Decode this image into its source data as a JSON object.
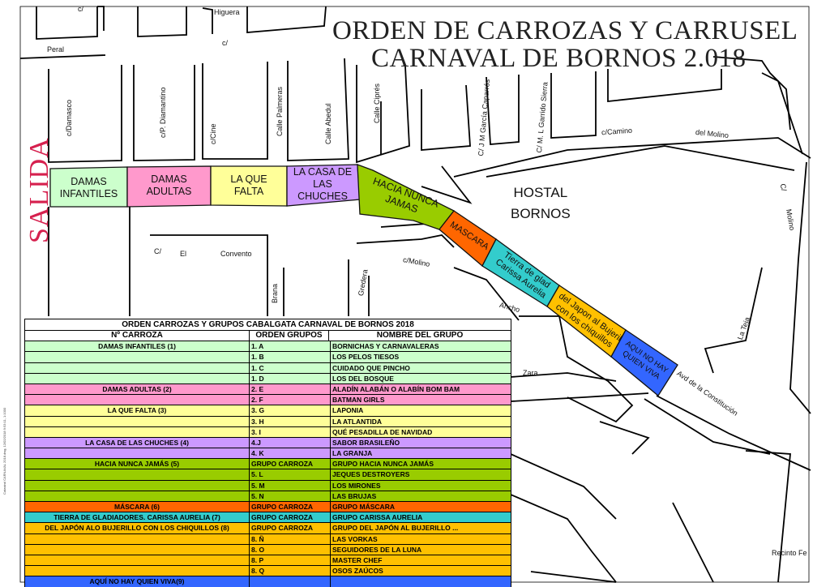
{
  "title": {
    "line1": "ORDEN DE CARROZAS Y CARRUSEL",
    "line2": "CARNAVAL DE BORNOS 2.018"
  },
  "salida": "SALIDA",
  "hostal": {
    "line1": "HOSTAL",
    "line2": "BORNOS"
  },
  "streets": {
    "higuera": "Higuera",
    "c_top": "c/",
    "c_top2": "c/",
    "peral": "Peral",
    "damasco": "c/Damasco",
    "diamantino": "c/P. Diamantino",
    "cine": "c/Cine",
    "palmeras": "Calle Palmeras",
    "abedul": "Calle Abedul",
    "cipres": "Calle Ciprés",
    "caparros": "C/ J M García Caparrós",
    "garrido": "C/ M. L Garrido Sierra",
    "camino": "c/Camino",
    "del_molino": "del Molino",
    "c_molino_right": "C/",
    "molino_right": "Molino",
    "c_convento": "C/",
    "el": "El",
    "convento": "Convento",
    "brana": "Brana",
    "gredera": "Gredera",
    "c_molino": "c/Molino",
    "ancho": "Ancho",
    "zara": "Zara",
    "la_teja": "La Teja",
    "avd": "Avd de la Constitución",
    "recinto": "Recinto Fe"
  },
  "floats": [
    {
      "name": "damas-infantiles",
      "line1": "DAMAS",
      "line2": "INFANTILES",
      "color": "#ccffcc"
    },
    {
      "name": "damas-adultas",
      "line1": "DAMAS",
      "line2": "ADULTAS",
      "color": "#ff99cc"
    },
    {
      "name": "la-que-falta",
      "line1": "LA QUE",
      "line2": "FALTA",
      "color": "#ffff99"
    },
    {
      "name": "la-casa-de-las-chuches",
      "line1": "LA CASA DE",
      "line2": "LAS CHUCHES",
      "color": "#cc99ff"
    },
    {
      "name": "hacia-nunca-jamas",
      "line1": "HACIA NUNCA",
      "line2": "JAMAS",
      "color": "#99cc00"
    },
    {
      "name": "mascara",
      "line1": "MASCARA",
      "line2": "",
      "color": "#ff6600"
    },
    {
      "name": "tierra-de-gladiadores",
      "line1": "Tierra de glad",
      "line2": "Carissa Aurelia",
      "color": "#33cccc"
    },
    {
      "name": "del-japon",
      "line1": "del Japon al Bujeril",
      "line2": "con los chiquillos",
      "color": "#ffc000"
    },
    {
      "name": "aqui-no-hay-quien-viva",
      "line1": "AQUI NO HAY",
      "line2": "QUIEN VIVA",
      "color": "#3366ff"
    }
  ],
  "legend": {
    "title": "ORDEN CARROZAS Y GRUPOS CABALGATA CARNAVAL DE BORNOS 2018",
    "headers": [
      "Nº CARROZA",
      "ORDEN GRUPOS",
      "NOMBRE DEL GRUPO"
    ],
    "rows": [
      {
        "carroza": "DAMAS INFANTILES (1)",
        "orden": "1. A",
        "grupo": "BORNICHAS Y CARNAVALERAS",
        "color": "#ccffcc"
      },
      {
        "carroza": "",
        "orden": "1. B",
        "grupo": "LOS PELOS TIESOS",
        "color": "#ccffcc"
      },
      {
        "carroza": "",
        "orden": "1. C",
        "grupo": "CUIDADO QUE PINCHO",
        "color": "#ccffcc"
      },
      {
        "carroza": "",
        "orden": "1. D",
        "grupo": "LOS DEL BOSQUE",
        "color": "#ccffcc"
      },
      {
        "carroza": "DAMAS ADULTAS (2)",
        "orden": "2. E",
        "grupo": "ALADÍN ALABÁN O ALABÍN BOM BAM",
        "color": "#ff99cc"
      },
      {
        "carroza": "",
        "orden": "2. F",
        "grupo": "BATMAN GIRLS",
        "color": "#ff99cc"
      },
      {
        "carroza": "LA QUE FALTA (3)",
        "orden": "3. G",
        "grupo": "LAPONIA",
        "color": "#ffff99"
      },
      {
        "carroza": "",
        "orden": "3. H",
        "grupo": "LA ATLANTIDA",
        "color": "#ffff99"
      },
      {
        "carroza": "",
        "orden": "3. I",
        "grupo": "QUÉ PESADILLA DE NAVIDAD",
        "color": "#ffff99"
      },
      {
        "carroza": "LA CASA DE LAS CHUCHES (4)",
        "orden": "4.J",
        "grupo": "SABOR BRASILEÑO",
        "color": "#cc99ff"
      },
      {
        "carroza": "",
        "orden": "4. K",
        "grupo": "LA GRANJA",
        "color": "#cc99ff"
      },
      {
        "carroza": "HACIA NUNCA JAMÁS (5)",
        "orden": "GRUPO CARROZA",
        "grupo": "GRUPO HACIA NUNCA JAMÁS",
        "color": "#99cc00"
      },
      {
        "carroza": "",
        "orden": "5. L",
        "grupo": "JEQUES DESTROYERS",
        "color": "#99cc00"
      },
      {
        "carroza": "",
        "orden": "5. M",
        "grupo": "LOS MIRONES",
        "color": "#99cc00"
      },
      {
        "carroza": "",
        "orden": "5. N",
        "grupo": "LAS BRUJAS",
        "color": "#99cc00"
      },
      {
        "carroza": "MÁSCARA (6)",
        "orden": "GRUPO CARROZA",
        "grupo": "GRUPO MÁSCARA",
        "color": "#ff6600"
      },
      {
        "carroza": "TIERRA DE GLADIADORES. CARISSA AURELIA (7)",
        "orden": "GRUPO CARROZA",
        "grupo": "GRUPO CARISSA AURELIA",
        "color": "#33cccc"
      },
      {
        "carroza": "DEL JAPÓN ALO BUJERILLO CON LOS CHIQUILLOS (8)",
        "orden": "GRUPO CARROZA",
        "grupo": "GRUPO DEL JAPÓN AL BUJERILLO ...",
        "color": "#ffc000"
      },
      {
        "carroza": "",
        "orden": "8. Ñ",
        "grupo": "LAS VORKAS",
        "color": "#ffc000"
      },
      {
        "carroza": "",
        "orden": "8. O",
        "grupo": "SEGUIDORES DE LA LUNA",
        "color": "#ffc000"
      },
      {
        "carroza": "",
        "orden": "8. P",
        "grupo": "MASTER CHEF",
        "color": "#ffc000"
      },
      {
        "carroza": "",
        "orden": "8. Q",
        "grupo": "OSOS ZAÚCOS",
        "color": "#ffc000"
      },
      {
        "carroza": "AQUÍ NO HAY QUIEN VIVA(9)",
        "orden": "",
        "grupo": "",
        "color": "#3366ff"
      }
    ]
  },
  "side_note": "Catastral CARNAVAL 2018.dwg, 12/02/2018 9:53:11, 1:1000"
}
